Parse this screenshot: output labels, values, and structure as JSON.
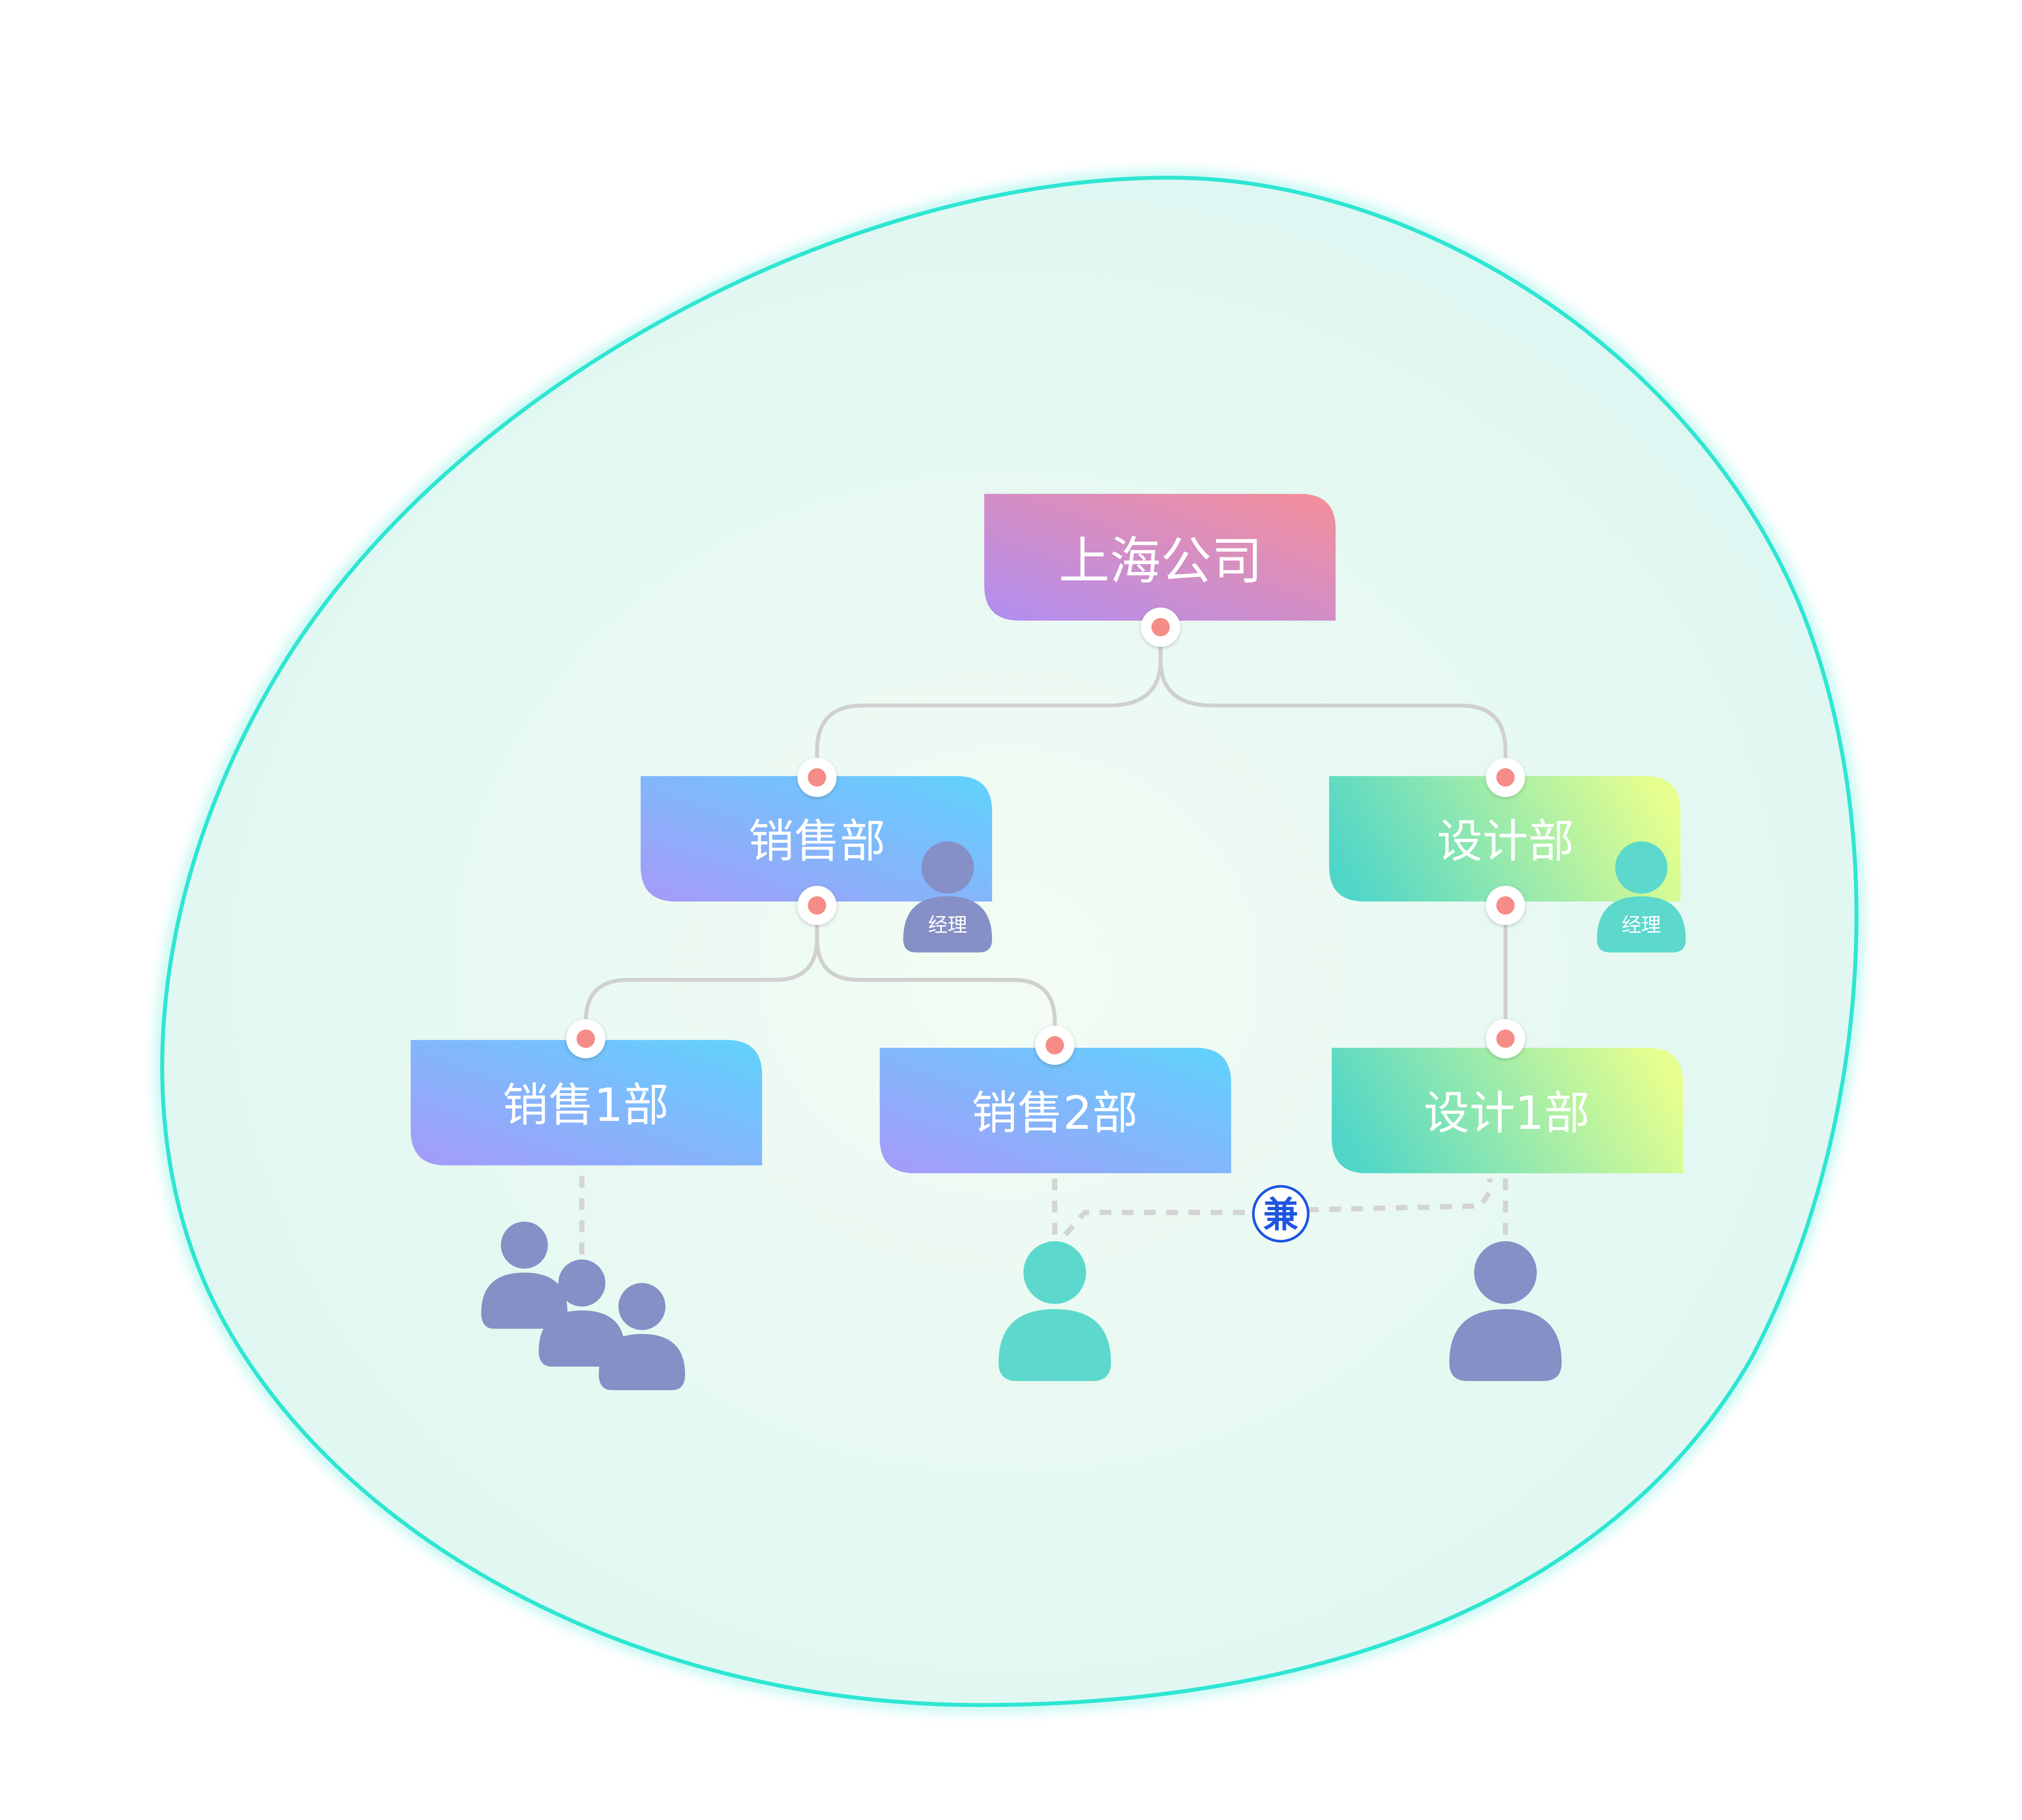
{
  "nodes": {
    "root": "上海公司",
    "sales_dept": "销售部",
    "design_dept": "设计部",
    "sales_1": "销售1部",
    "sales_2": "销售2部",
    "design_1": "设计1部"
  },
  "roles": {
    "sales_manager": "经理",
    "design_manager": "经理"
  },
  "concurrent_badge": "兼",
  "colors": {
    "boundary_stroke": "#2ee6d2",
    "boundary_fill": "#e3f8f4",
    "connector": "#d0d0d0",
    "dashed_link": "#d4d4d4",
    "dot": "#f58d86",
    "person_purple": "#8590c6",
    "person_teal": "#5cd9cc",
    "badge_text": "#1e56e0",
    "root_gradient": [
      "#b08ef2",
      "#f68f9a"
    ],
    "sales_gradient": [
      "#a69af9",
      "#5fd3fd"
    ],
    "design_gradient": [
      "#4fd6c8",
      "#e7ff8e"
    ]
  },
  "icons": [
    "sales-manager-person-icon",
    "design-manager-person-icon",
    "sales-1-staff-group-icon",
    "sales-2-staff-person-icon",
    "design-1-staff-person-icon"
  ]
}
